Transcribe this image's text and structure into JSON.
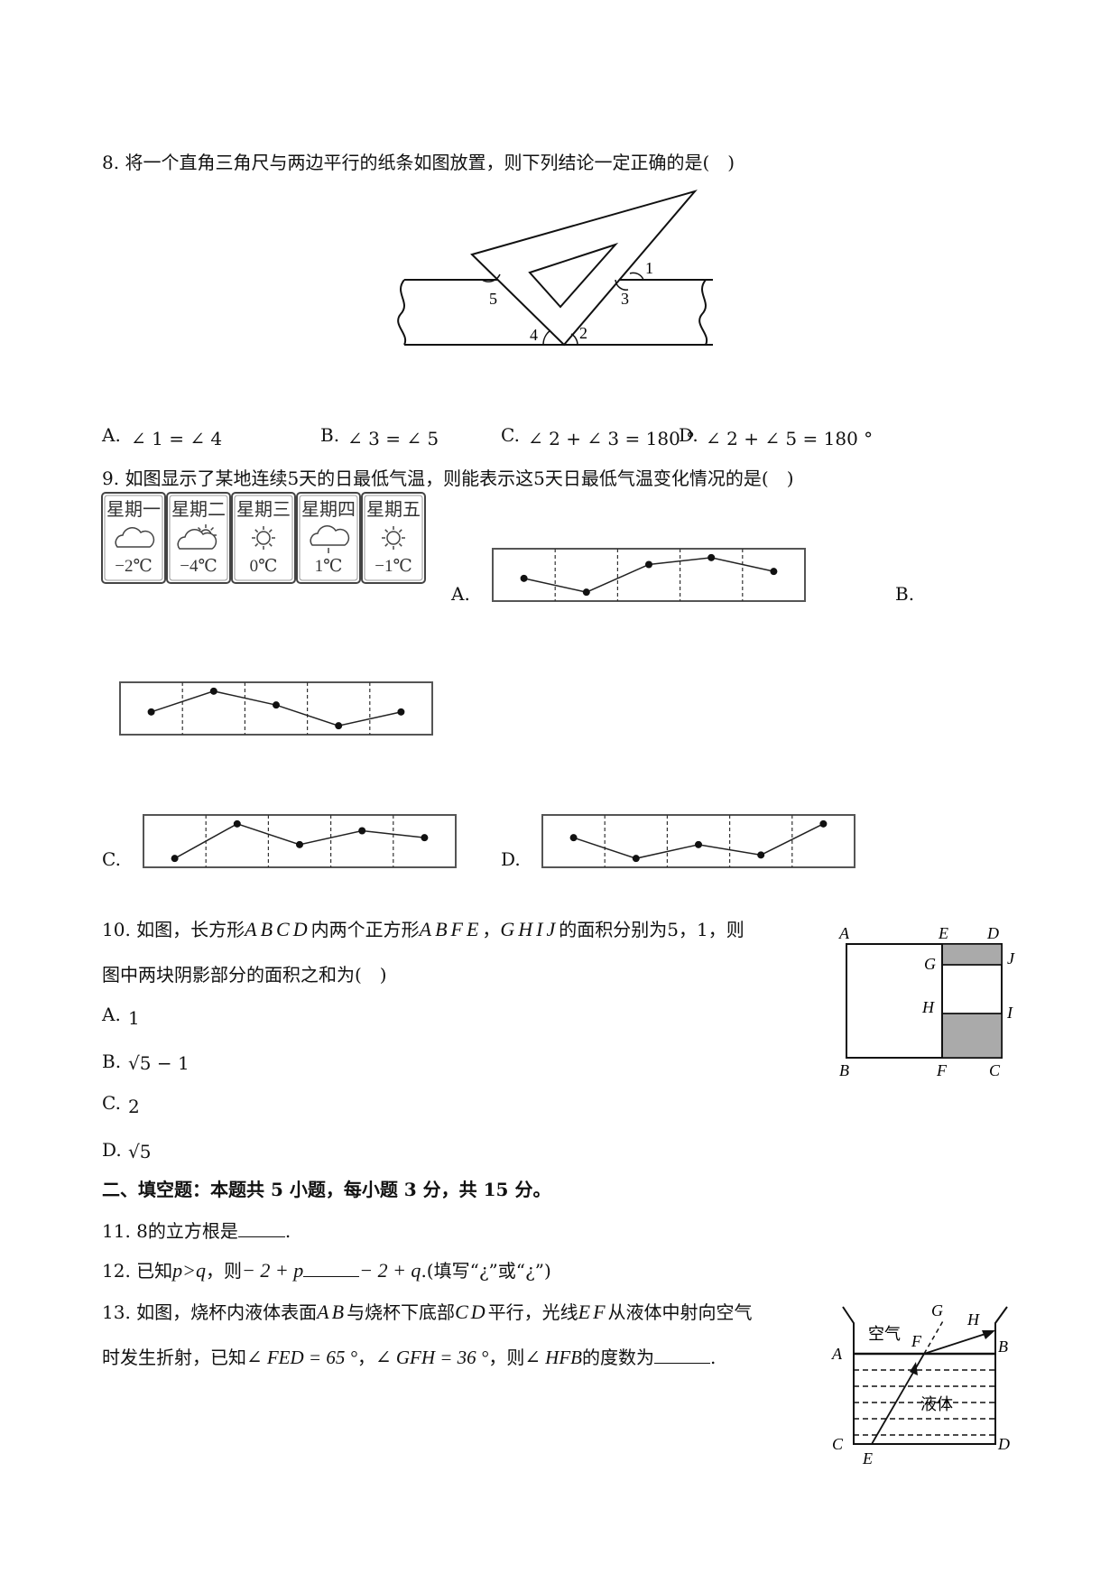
{
  "q8": {
    "stem": "8. 将一个直角三角尺与两边平行的纸条如图放置，则下列结论一定正确的是(　)",
    "figure_labels": [
      "1",
      "2",
      "3",
      "4",
      "5"
    ],
    "options": [
      {
        "letter": "A.",
        "text": "∠ 1 = ∠ 4"
      },
      {
        "letter": "B.",
        "text": "∠ 3 = ∠ 5"
      },
      {
        "letter": "C.",
        "text": "∠ 2 + ∠ 3 = 180 °"
      },
      {
        "letter": "D.",
        "text": "∠ 2 + ∠ 5 = 180 °"
      }
    ]
  },
  "q9": {
    "stem": "9. 如图显示了某地连续5天的日最低气温，则能表示这5天日最低气温变化情况的是(　)",
    "days": [
      {
        "label": "星期一",
        "weather": "cloud-icon",
        "temp": "−2℃"
      },
      {
        "label": "星期二",
        "weather": "partly-sunny-icon",
        "temp": "−4℃"
      },
      {
        "label": "星期三",
        "weather": "sun-icon",
        "temp": "0℃"
      },
      {
        "label": "星期四",
        "weather": "rain-cloud-icon",
        "temp": "1℃"
      },
      {
        "label": "星期五",
        "weather": "sun-icon",
        "temp": "−1℃"
      }
    ],
    "option_letters": [
      "A.",
      "B.",
      "C.",
      "D."
    ]
  },
  "chart_data": [
    {
      "type": "line",
      "option": "A",
      "x": [
        1,
        2,
        3,
        4,
        5
      ],
      "values": [
        -2,
        -4,
        0,
        1,
        -1
      ],
      "title": "",
      "xlabel": "",
      "ylabel": ""
    },
    {
      "type": "line",
      "option": "B",
      "x": [
        1,
        2,
        3,
        4,
        5
      ],
      "values": [
        -2,
        1,
        -1,
        -4,
        -2
      ],
      "title": "",
      "xlabel": "",
      "ylabel": ""
    },
    {
      "type": "line",
      "option": "C",
      "x": [
        1,
        2,
        3,
        4,
        5
      ],
      "values": [
        -4,
        1,
        -2,
        0,
        -1
      ],
      "title": "",
      "xlabel": "",
      "ylabel": ""
    },
    {
      "type": "line",
      "option": "D",
      "x": [
        1,
        2,
        3,
        4,
        5
      ],
      "values": [
        -1,
        -4,
        -2,
        -3.5,
        1
      ],
      "title": "",
      "xlabel": "",
      "ylabel": ""
    }
  ],
  "q10": {
    "stem_line1_a": "10. 如图，长方形",
    "rect": "ABCD",
    "stem_line1_b": "内两个正方形",
    "sq1": "ABFE",
    "sep": "，",
    "sq2": "GHIJ",
    "stem_line1_c": "的面积分别为5，1，则",
    "stem_line2": "图中两块阴影部分的面积之和为(　)",
    "options": [
      {
        "letter": "A.",
        "text": "1"
      },
      {
        "letter": "B.",
        "text": "√5 − 1"
      },
      {
        "letter": "C.",
        "text": "2"
      },
      {
        "letter": "D.",
        "text": "√5"
      }
    ],
    "figure_labels": {
      "A": "A",
      "B": "B",
      "C": "C",
      "D": "D",
      "E": "E",
      "F": "F",
      "G": "G",
      "H": "H",
      "I": "I",
      "J": "J"
    }
  },
  "section2": {
    "heading": "二、填空题：本题共 5 小题，每小题 3 分，共 15 分。"
  },
  "q11": {
    "prefix": "11. ",
    "num": "8",
    "text": "的立方根是",
    "end": "."
  },
  "q12": {
    "prefix": "12. 已知",
    "cond": "p>q",
    "mid": "，则",
    "left_expr": "− 2 + p",
    "right_expr": "− 2 + q",
    "end": ".",
    "fill_hint": "(填写“¿”或“¿”)"
  },
  "q13": {
    "line1_a": "13. 如图，烧杯内液体表面",
    "ab": "AB",
    "line1_b": "与烧杯下底部",
    "cd": "CD",
    "line1_c": "平行，光线",
    "ef": "EF",
    "line1_d": "从液体中射向空气",
    "line2_a": "时发生折射，已知",
    "angle1": "∠ FED = 65 °",
    "comma": "，",
    "angle2": "∠ GFH = 36 °",
    "line2_b": "，则",
    "angle3": "∠ HFB",
    "line2_c": "的度数为",
    "end": ".",
    "figure": {
      "air": "空气",
      "liquid": "液体",
      "labels": [
        "A",
        "B",
        "C",
        "D",
        "E",
        "F",
        "G",
        "H"
      ]
    }
  }
}
